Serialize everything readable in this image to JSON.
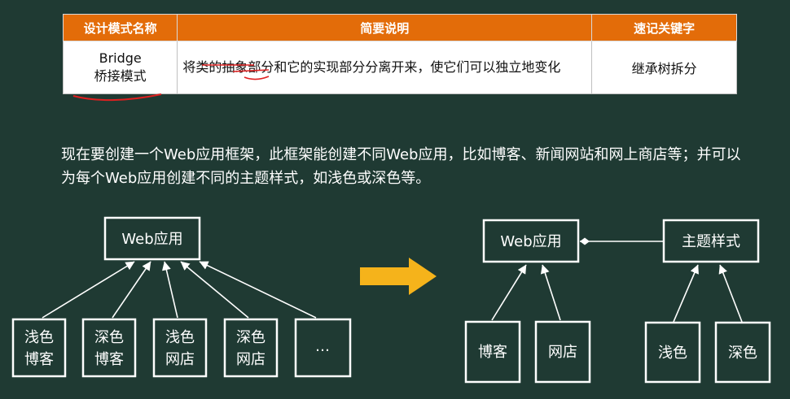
{
  "table": {
    "headers": [
      "设计模式名称",
      "简要说明",
      "速记关键字"
    ],
    "row": {
      "name_en": "Bridge",
      "name_cn": "桥接模式",
      "description": "将类的抽象部分和它的实现部分分离开来，使它们可以独立地变化",
      "keyword": "继承树拆分"
    }
  },
  "scenario_text": "现在要创建一个Web应用框架，此框架能创建不同Web应用，比如博客、新闻网站和网上商店等；并可以为每个Web应用创建不同的主题样式，如浅色或深色等。",
  "left_diagram": {
    "parent": "Web应用",
    "children": [
      [
        "浅色",
        "博客"
      ],
      [
        "深色",
        "博客"
      ],
      [
        "浅色",
        "网店"
      ],
      [
        "深色",
        "网店"
      ],
      [
        "…"
      ]
    ]
  },
  "right_diagram": {
    "abstraction": "Web应用",
    "implementor": "主题样式",
    "abstraction_children": [
      "博客",
      "网店"
    ],
    "implementor_children": [
      "浅色",
      "深色"
    ]
  },
  "colors": {
    "background": "#1f3a33",
    "header_orange": "#e36c09",
    "arrow_yellow": "#f5b31b",
    "annotation_red": "#e02020"
  }
}
